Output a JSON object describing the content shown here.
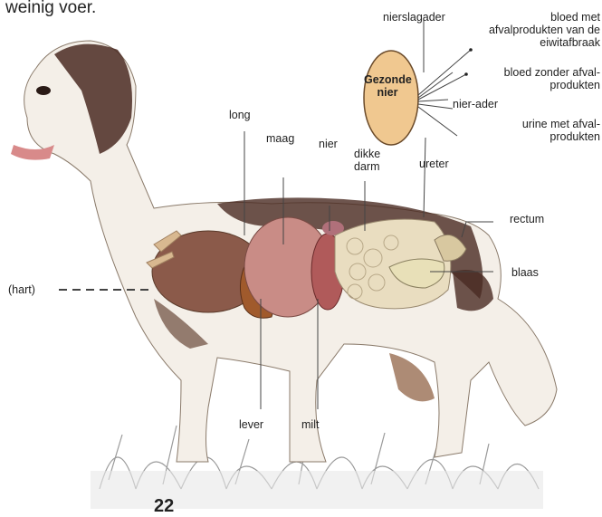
{
  "intro_text": "weinig voer.",
  "page_number": "22",
  "kidney": {
    "title": "Gezonde nier",
    "nierslagader": "nierslagader",
    "bloed_met": "bloed met afvalprodukten van de eiwitafbraak",
    "bloed_zonder": "bloed zonder afval-produkten",
    "nier_ader": "nier-ader",
    "urine": "urine met afval-produkten",
    "ureter": "ureter"
  },
  "organs": {
    "long": "long",
    "maag": "maag",
    "nier": "nier",
    "dikke_darm": "dikke darm",
    "rectum": "rectum",
    "blaas": "blaas",
    "hart": "(hart)",
    "lever": "lever",
    "milt": "milt"
  },
  "colors": {
    "lung": "#8b5a4a",
    "stomach": "#c98c86",
    "liver": "#a05a2c",
    "intestine": "#e9ddc0",
    "kidney": "#f0c890",
    "dog_brown": "#4a2a22",
    "grass": "#9a9a9a"
  }
}
